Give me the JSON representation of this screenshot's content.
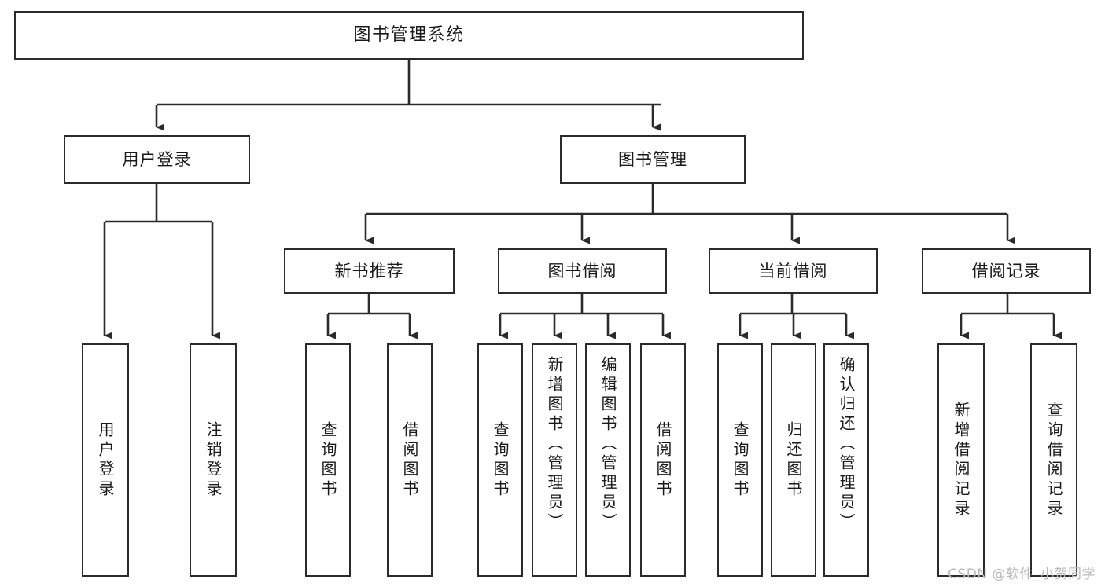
{
  "diagram": {
    "title": "图书管理系统",
    "type": "tree-hierarchy",
    "watermark": "CSDN @软件_小贺同学",
    "colors": {
      "background": "#ffffff",
      "node_border": "#2b2b2b",
      "node_fill": "#ffffff",
      "connector": "#2b2b2b",
      "text": "#1a1a1a",
      "watermark": "#b9b9b9"
    },
    "root": {
      "id": "root",
      "label": "图书管理系统"
    },
    "level2": [
      {
        "id": "user-login",
        "label": "用户登录"
      },
      {
        "id": "book-management",
        "label": "图书管理"
      }
    ],
    "level3": [
      {
        "id": "new-book-recommend",
        "label": "新书推荐"
      },
      {
        "id": "book-borrow",
        "label": "图书借阅"
      },
      {
        "id": "current-borrow",
        "label": "当前借阅"
      },
      {
        "id": "borrow-record",
        "label": "借阅记录"
      }
    ],
    "leaves": [
      {
        "id": "leaf-user-login",
        "label": "用户登录",
        "parent": "user-login"
      },
      {
        "id": "leaf-logout-login",
        "label": "注销登录",
        "parent": "user-login"
      },
      {
        "id": "leaf-query-book-1",
        "label": "查询图书",
        "parent": "new-book-recommend"
      },
      {
        "id": "leaf-borrow-book-1",
        "label": "借阅图书",
        "parent": "new-book-recommend"
      },
      {
        "id": "leaf-query-book-2",
        "label": "查询图书",
        "parent": "book-borrow"
      },
      {
        "id": "leaf-add-book",
        "label": "新增图书（管理员）",
        "parent": "book-borrow"
      },
      {
        "id": "leaf-edit-book",
        "label": "编辑图书（管理员）",
        "parent": "book-borrow"
      },
      {
        "id": "leaf-borrow-book-2",
        "label": "借阅图书",
        "parent": "book-borrow"
      },
      {
        "id": "leaf-query-book-3",
        "label": "查询图书",
        "parent": "current-borrow"
      },
      {
        "id": "leaf-return-book",
        "label": "归还图书",
        "parent": "current-borrow"
      },
      {
        "id": "leaf-confirm-return",
        "label": "确认归还（管理员）",
        "parent": "current-borrow"
      },
      {
        "id": "leaf-add-record",
        "label": "新增借阅记录",
        "parent": "borrow-record"
      },
      {
        "id": "leaf-query-record",
        "label": "查询借阅记录",
        "parent": "borrow-record"
      }
    ]
  }
}
